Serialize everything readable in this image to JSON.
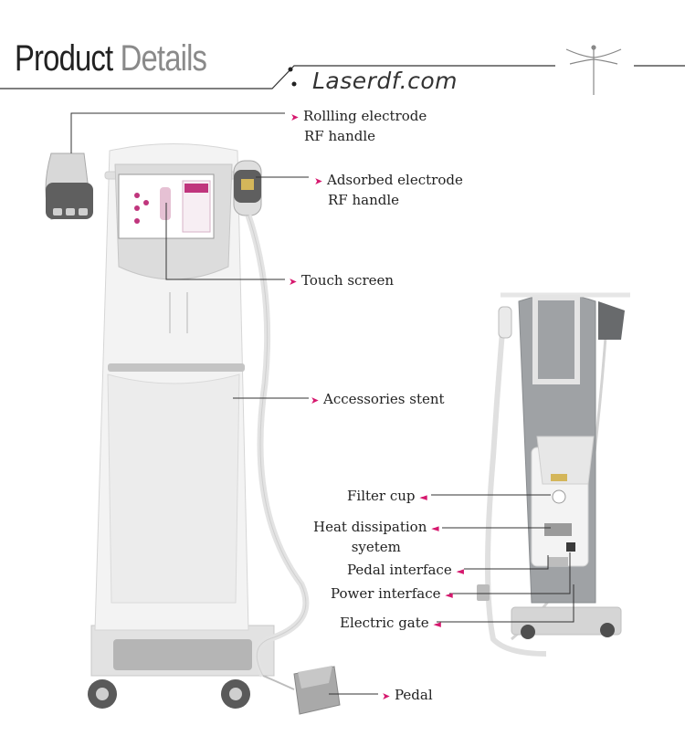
{
  "header": {
    "title_primary": "Product",
    "title_secondary": "Details",
    "site": "Laserdf.com",
    "emblem_icon": "dragonfly-icon"
  },
  "callouts": {
    "rolling_line1": "Rollling electrode",
    "rolling_line2": "RF handle",
    "adsorbed_line1": "Adsorbed electrode",
    "adsorbed_line2": "RF handle",
    "touch_screen": "Touch screen",
    "accessories": "Accessories stent",
    "filter_cup": "Filter cup",
    "heat_line1": "Heat dissipation",
    "heat_line2": "syetem",
    "pedal_interface": "Pedal interface",
    "power_interface": "Power interface",
    "electric_gate": "Electric gate",
    "pedal": "Pedal"
  },
  "colors": {
    "arrow": "#d6186e",
    "device_body": "#f1f1f1",
    "device_back": "#9a9da0",
    "screen_accent": "#c0357d"
  },
  "arrow_glyph": "➤",
  "arrow_glyph_left": "◄"
}
